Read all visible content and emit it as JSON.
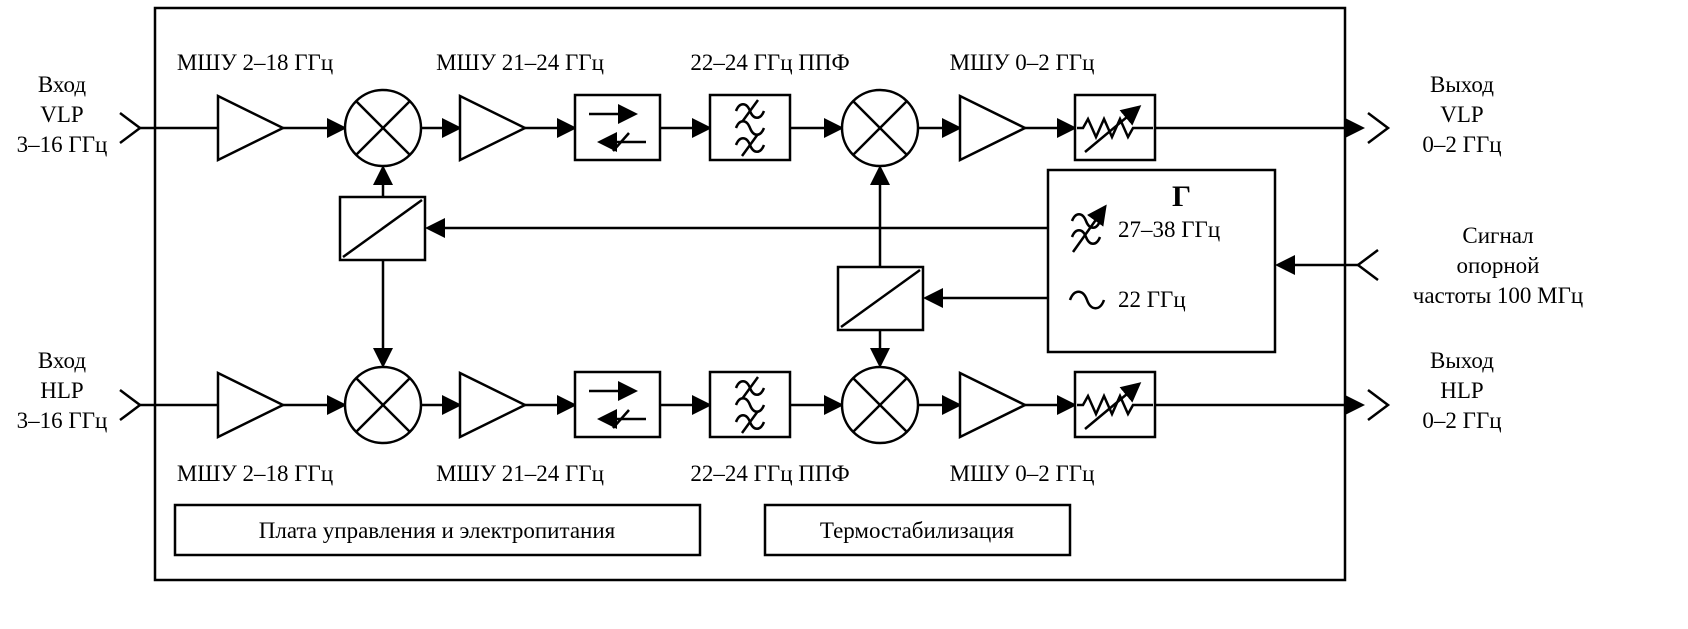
{
  "colors": {
    "line": "#000000",
    "background": "#ffffff"
  },
  "io": {
    "input_vlp": {
      "l1": "Вход",
      "l2": "VLP",
      "l3": "3–16 ГГц"
    },
    "input_hlp": {
      "l1": "Вход",
      "l2": "HLP",
      "l3": "3–16 ГГц"
    },
    "output_vlp": {
      "l1": "Выход",
      "l2": "VLP",
      "l3": "0–2 ГГц"
    },
    "output_hlp": {
      "l1": "Выход",
      "l2": "HLP",
      "l3": "0–2 ГГц"
    },
    "reference": {
      "l1": "Сигнал",
      "l2": "опорной",
      "l3": "частоты 100 МГц"
    }
  },
  "components": {
    "lna_2_18": "МШУ 2–18 ГГц",
    "lna_21_24": "МШУ 21–24 ГГц",
    "bpf": "22–24 ГГц ППФ",
    "lna_0_2": "МШУ 0–2 ГГц"
  },
  "lo": {
    "tunable_filter": "27–38 ГГц",
    "oscillator": "22 ГГц",
    "mark": "Г"
  },
  "modules": {
    "control_board": "Плата управления и электропитания",
    "thermal": "Термостабилизация"
  }
}
